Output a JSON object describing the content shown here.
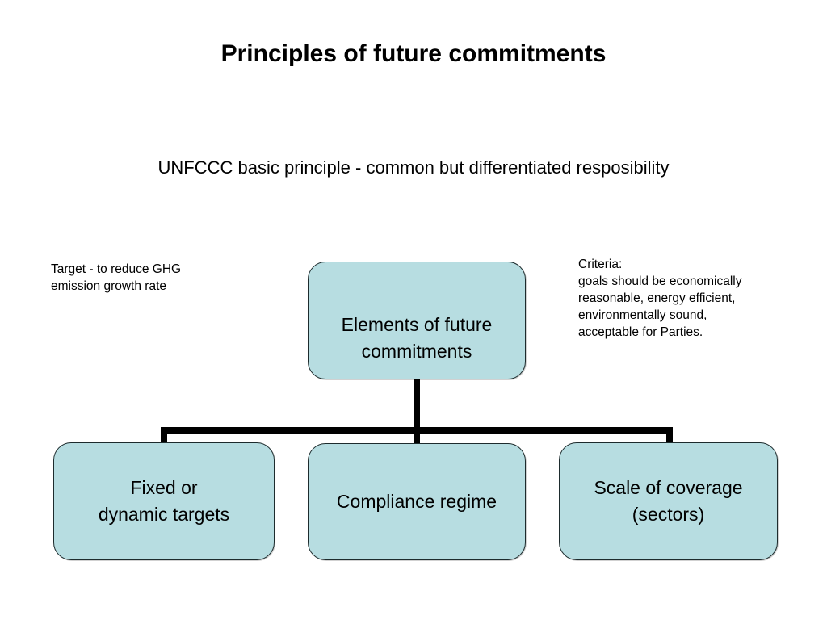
{
  "slide": {
    "title": "Principles of future commitments",
    "subtitle": "UNFCCC basic principle - common but differentiated resposibility"
  },
  "annotations": {
    "left": {
      "name": "target-note",
      "lines": [
        "Target - to reduce GHG",
        "emission growth rate"
      ],
      "text": "Target - to reduce GHG\nemission growth rate"
    },
    "right": {
      "name": "criteria-note",
      "heading": "Criteria:",
      "lines": [
        "Criteria:",
        "goals should be economically",
        "reasonable, energy efficient,",
        "environmentally sound,",
        "acceptable for Parties."
      ],
      "text": "Criteria:\ngoals should be economically\nreasonable, energy efficient,\nenvironmentally sound,\nacceptable for Parties."
    }
  },
  "diagram": {
    "type": "hierarchy",
    "orientation": "top-down",
    "root": {
      "id": "elements-of-future-commitments",
      "label": "Elements of future\ncommitments"
    },
    "children": [
      {
        "id": "fixed-or-dynamic-targets",
        "label": "Fixed or\ndynamic targets"
      },
      {
        "id": "compliance-regime",
        "label": "Compliance regime"
      },
      {
        "id": "scale-of-coverage",
        "label": "Scale of coverage\n(sectors)"
      }
    ],
    "colors": {
      "node_fill": "#b7dde1",
      "node_border": "#1d2b2d",
      "connector": "#000000",
      "background": "#ffffff",
      "text": "#000000"
    }
  }
}
